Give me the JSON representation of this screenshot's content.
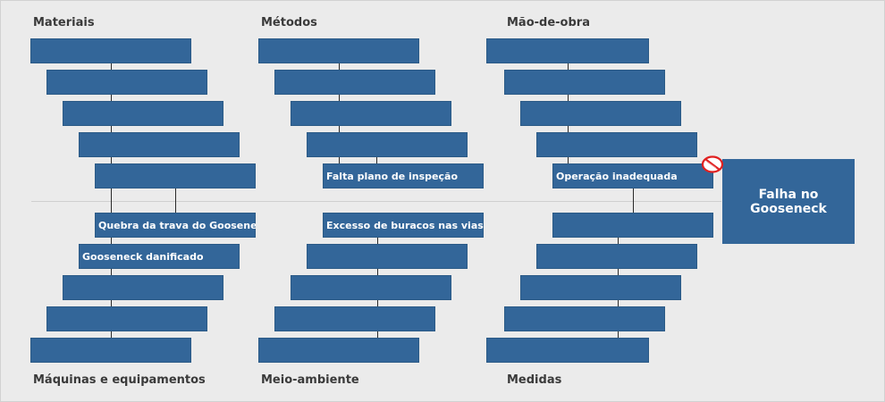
{
  "effect": {
    "label": "Falha no Gooseneck"
  },
  "categories": {
    "materiais": "Materiais",
    "metodos": "Métodos",
    "mao_de_obra": "Mão-de-obra",
    "maquinas": "Máquinas e equipamentos",
    "meio_ambiente": "Meio-ambiente",
    "medidas": "Medidas"
  },
  "causes": {
    "metodos": [
      "Falta plano de inspeção"
    ],
    "mao_de_obra": [
      "Operação inadequada"
    ],
    "maquinas": [
      "Quebra da trava do Gooseneck",
      "Gooseneck danificado"
    ],
    "meio_ambiente": [
      "Excesso de buracos nas vias"
    ]
  },
  "colors": {
    "box": "#336699",
    "text": "#ffffff",
    "background": "#ebebeb",
    "icon_red": "#e02020"
  },
  "icons": {
    "no_sign": "prohibited-icon"
  }
}
